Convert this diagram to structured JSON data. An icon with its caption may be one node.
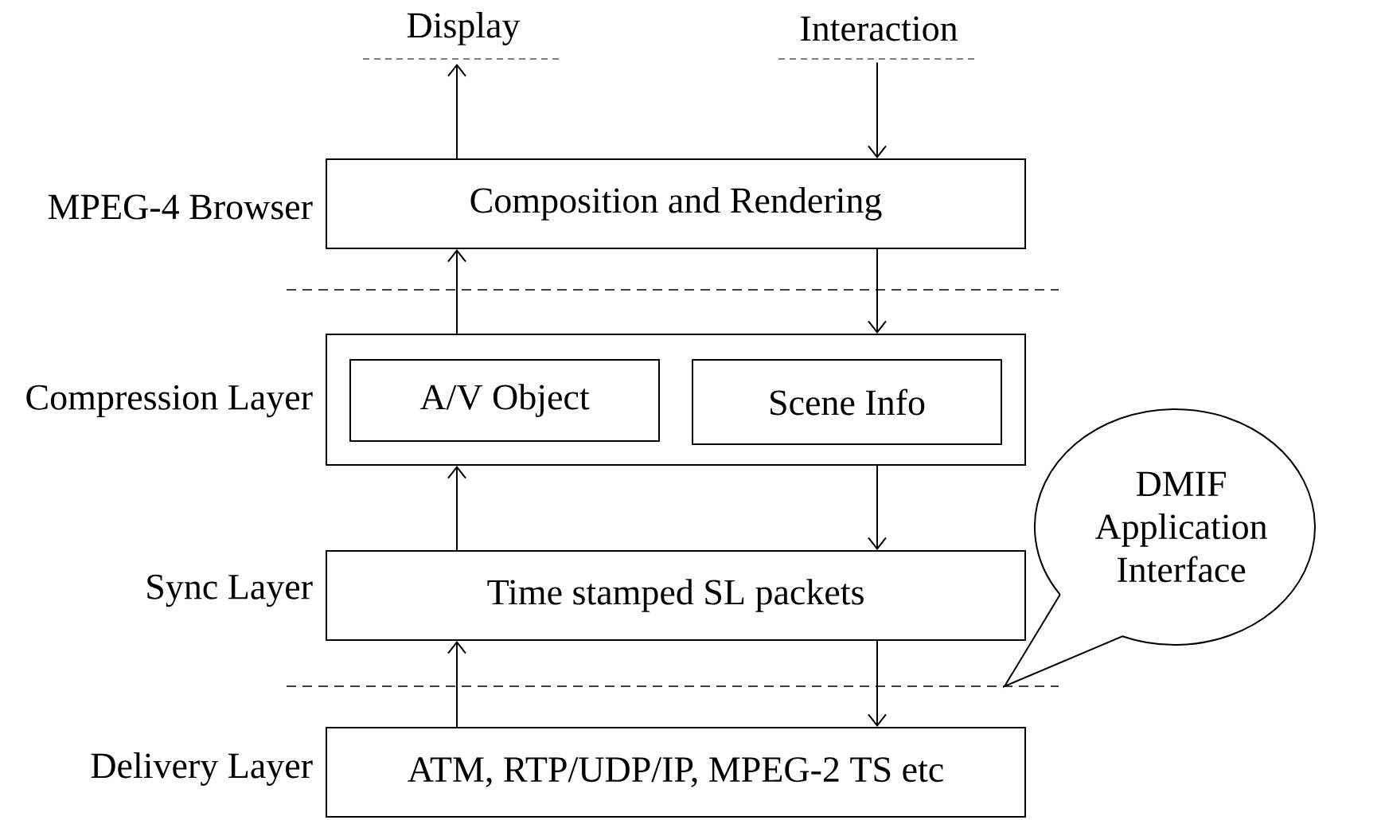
{
  "diagram": {
    "nodes": [
      {
        "text": [
          "Display"
        ]
      },
      {
        "text": [
          "Interaction"
        ]
      },
      {
        "text": [
          "Composition and Rendering"
        ],
        "beside": [
          "MPEG-4 Browser"
        ]
      },
      {
        "text": [],
        "shape": "box",
        "beside": [
          "Compression Layer"
        ]
      },
      {
        "text": [
          "A/V Object"
        ],
        "in": 3
      },
      {
        "text": [
          "Scene Info"
        ],
        "in": 3
      },
      {
        "text": [
          "Time stamped SL packets"
        ],
        "beside": [
          "Sync Layer"
        ]
      },
      {
        "text": [
          "ATM, RTP/UDP/IP, MPEG-2 TS etc"
        ],
        "beside": [
          "Delivery Layer"
        ]
      },
      {
        "text": [
          "DMIF Application Interface"
        ]
      }
    ],
    "edges": [
      {
        "from": 2,
        "to": 0,
        "arrow": "to"
      },
      {
        "from": 1,
        "to": 2,
        "arrow": "to"
      },
      {
        "from": 3,
        "to": 2,
        "arrow": "to"
      },
      {
        "from": 2,
        "to": 3,
        "arrow": "to"
      },
      {
        "from": 6,
        "to": 3,
        "arrow": "to"
      },
      {
        "from": 3,
        "to": 6,
        "arrow": "to"
      },
      {
        "from": 7,
        "to": 6,
        "arrow": "to"
      },
      {
        "from": 6,
        "to": 7,
        "arrow": "to"
      }
    ]
  }
}
